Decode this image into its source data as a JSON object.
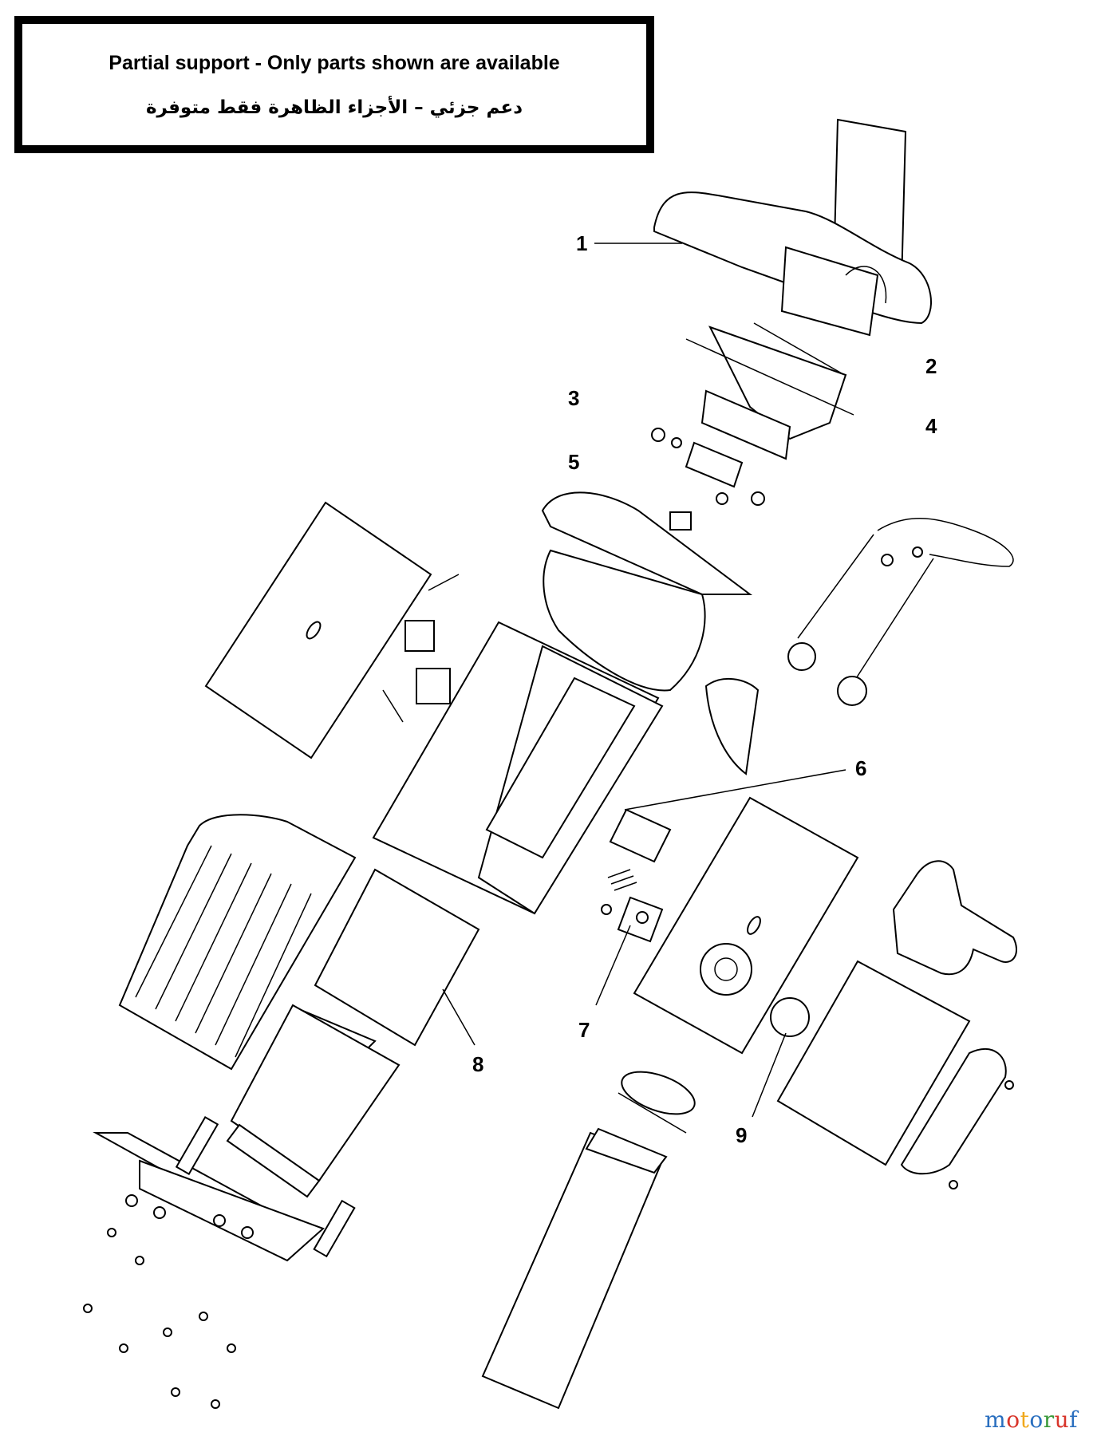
{
  "notice": {
    "title": "Partial support - Only parts shown are available",
    "arabic": "دعم جزئي – الأجزاء الظاهرة فقط متوفرة"
  },
  "callouts": [
    "1",
    "2",
    "3",
    "4",
    "5",
    "6",
    "7",
    "8",
    "9"
  ],
  "watermark": {
    "text": "motoruf",
    "colors": [
      "#2a6fbf",
      "#d8352a",
      "#f0a81c",
      "#2a6fbf",
      "#3a9a3a",
      "#d8352a",
      "#2a6fbf"
    ]
  }
}
